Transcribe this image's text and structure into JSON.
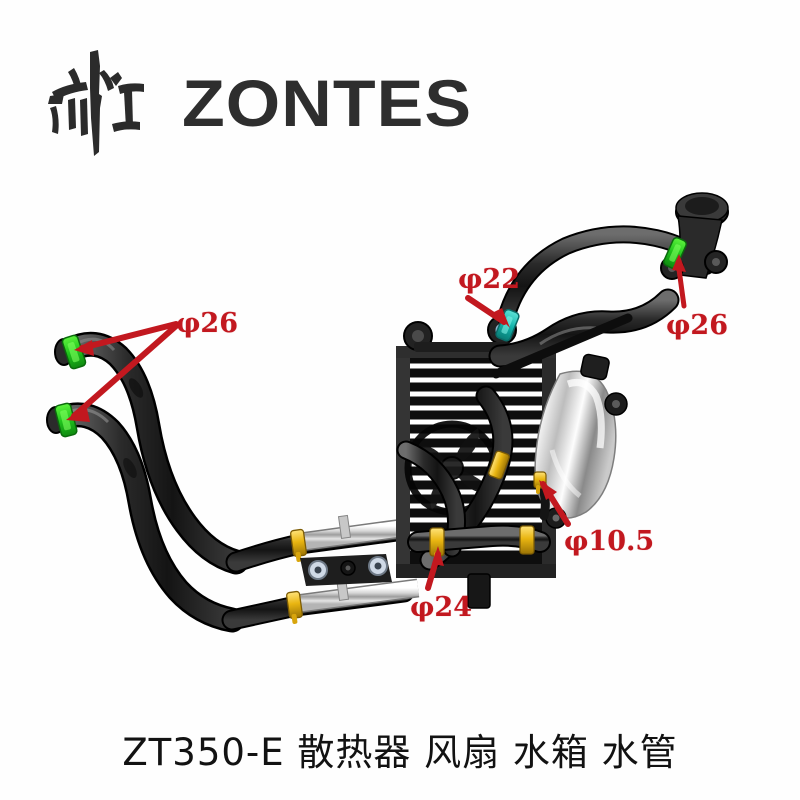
{
  "brand": {
    "logo_icon": "zontes-calligraphy-mark",
    "wordmark": "ZONTES"
  },
  "caption": {
    "text": "ZT350-E 散热器 风扇 水箱 水管"
  },
  "colors": {
    "label_red": "#c2181f",
    "clamp_green": "#22c020",
    "clamp_teal": "#17b8ae",
    "clamp_gold": "#e8b612",
    "hose_black": "#1b1b1b",
    "metal_silver": "#cfcfcf",
    "radiator_dark": "#242424",
    "background": "#fefefe"
  },
  "callouts": [
    {
      "id": "phi26-left",
      "label": "φ26",
      "points_to": "green-clamp-pair-left-hoses"
    },
    {
      "id": "phi22",
      "label": "φ22",
      "points_to": "teal-clamp-upper-radiator-inlet"
    },
    {
      "id": "phi26-right",
      "label": "φ26",
      "points_to": "green-clamp-filler-neck-hose"
    },
    {
      "id": "phi10.5",
      "label": "φ10.5",
      "points_to": "gold-clamp-small-overflow-hose"
    },
    {
      "id": "phi24",
      "label": "φ24",
      "points_to": "gold-clamp-lower-radiator-hose"
    }
  ],
  "parts": [
    {
      "name": "radiator-core",
      "label": "散热器"
    },
    {
      "name": "cooling-fan",
      "label": "风扇"
    },
    {
      "name": "expansion-tank",
      "label": "水箱"
    },
    {
      "name": "coolant-hoses",
      "label": "水管"
    },
    {
      "name": "filler-neck-cap",
      "label": "filler-cap"
    },
    {
      "name": "mounting-bracket",
      "label": "bracket"
    }
  ]
}
